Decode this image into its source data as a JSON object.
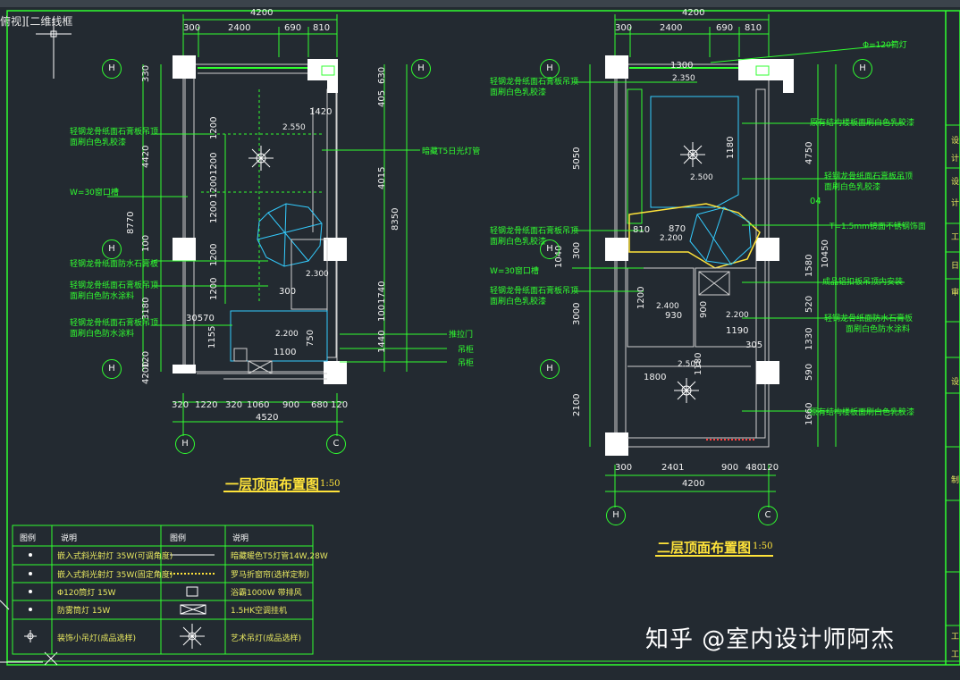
{
  "viewport_label": "俯视][二维线框",
  "watermark": "知乎 @室内设计师阿杰",
  "colors": {
    "background": "#232a31",
    "line": "#30ff30",
    "wall": "#cfcfcf",
    "title": "#ffe33a",
    "text": "#f2f2f2",
    "cyan": "#33ccff"
  },
  "plans": {
    "first": {
      "title": "一层顶面布置图",
      "scale": "1:50",
      "top_dims": {
        "total": "4200",
        "segments": [
          "300",
          "2400",
          "690",
          "810"
        ]
      },
      "bottom_dims": {
        "total": "4520",
        "segments": [
          "320",
          "1220",
          "320",
          "1060",
          "900",
          "680",
          "120"
        ]
      },
      "left_dims": [
        "330",
        "4420",
        "8770",
        "100",
        "3180",
        "1155",
        "120",
        "4200"
      ],
      "right_dims": [
        "4015",
        "8350",
        "1740",
        "1440",
        "100",
        "405",
        "630"
      ],
      "inner_dims": [
        "1420",
        "1200",
        "1200",
        "1200",
        "1200",
        "1200",
        "1200",
        "300",
        "750",
        "1100",
        "30570"
      ],
      "levels": [
        "2.550",
        "2.300",
        "2.200"
      ],
      "grid_labels": [
        "H",
        "H",
        "H",
        "H",
        "H",
        "C"
      ],
      "notes_left": [
        "轻钢龙骨纸面石膏板吊顶",
        "面刷白色乳胶漆",
        "W=30窗口槽",
        "轻钢龙骨纸面防水石膏板",
        "轻钢龙骨纸面石膏板吊顶",
        "面刷白色防水涂料",
        "轻钢龙骨纸面石膏板吊顶",
        "面刷白色防水涂料"
      ],
      "notes_right": [
        "暗藏T5日光灯管",
        "推拉门",
        "吊柜",
        "吊柜"
      ]
    },
    "second": {
      "title": "二层顶面布置图",
      "scale": "1:50",
      "top_dims": {
        "total": "4200",
        "segments": [
          "300",
          "2400",
          "690",
          "810"
        ]
      },
      "bottom_dims": {
        "total": "4200",
        "segments": [
          "300",
          "2401",
          "900",
          "480",
          "120"
        ]
      },
      "left_dims": [
        "5050",
        "3000",
        "2100",
        "1040",
        "300"
      ],
      "right_dims": [
        "4750",
        "1580",
        "10450",
        "520",
        "1330",
        "590",
        "1660"
      ],
      "inner_dims": [
        "1300",
        "1180",
        "1200",
        "930",
        "900",
        "1190",
        "1800",
        "1180",
        "305",
        "810",
        "870"
      ],
      "levels": [
        "2.350",
        "2.500",
        "2.200",
        "2.400",
        "2.200",
        "2.500"
      ],
      "grid_labels": [
        "H",
        "H",
        "H",
        "H",
        "H",
        "C"
      ],
      "notes_top": "Φ=120筒灯",
      "notes_left": [
        "轻钢龙骨纸面石膏板吊顶",
        "面刷白色乳胶漆",
        "轻钢龙骨纸面石膏板吊顶",
        "面刷白色乳胶漆",
        "W=30窗口槽",
        "轻钢龙骨纸面石膏板吊顶",
        "面刷白色乳胶漆"
      ],
      "notes_right": [
        "原有结构楼板面刷白色乳胶漆",
        "轻钢龙骨纸面石膏板吊顶",
        "面刷白色乳胶漆",
        "T=1.5mm镜面不锈钢饰面",
        "成品铝扣板吊顶内安装",
        "轻钢龙骨纸面防水石膏板",
        "面刷白色防水涂料",
        "原有结构楼板面刷白色乳胶漆"
      ],
      "detail_label": "04"
    }
  },
  "legend": {
    "headers": [
      "图例",
      "说明",
      "图例",
      "说明"
    ],
    "rows": [
      {
        "left": "嵌入式斜光射灯 35W(可调角度)",
        "right": "暗藏暖色T5灯管14W,28W"
      },
      {
        "left": "嵌入式斜光射灯 35W(固定角度)",
        "right": "罗马折窗帘(选样定制)"
      },
      {
        "left": "Φ120筒灯 15W",
        "right": "浴霸1000W 带排风"
      },
      {
        "left": "防雾筒灯 15W",
        "right": "1.5HK空调挂机"
      },
      {
        "left": "装饰小吊灯(成品选样)",
        "right": "艺术吊灯(成品选样)"
      }
    ]
  },
  "title_block": [
    "设",
    "计",
    "设",
    "计",
    "工",
    "日",
    "审",
    "设",
    "制",
    "工",
    "工"
  ]
}
